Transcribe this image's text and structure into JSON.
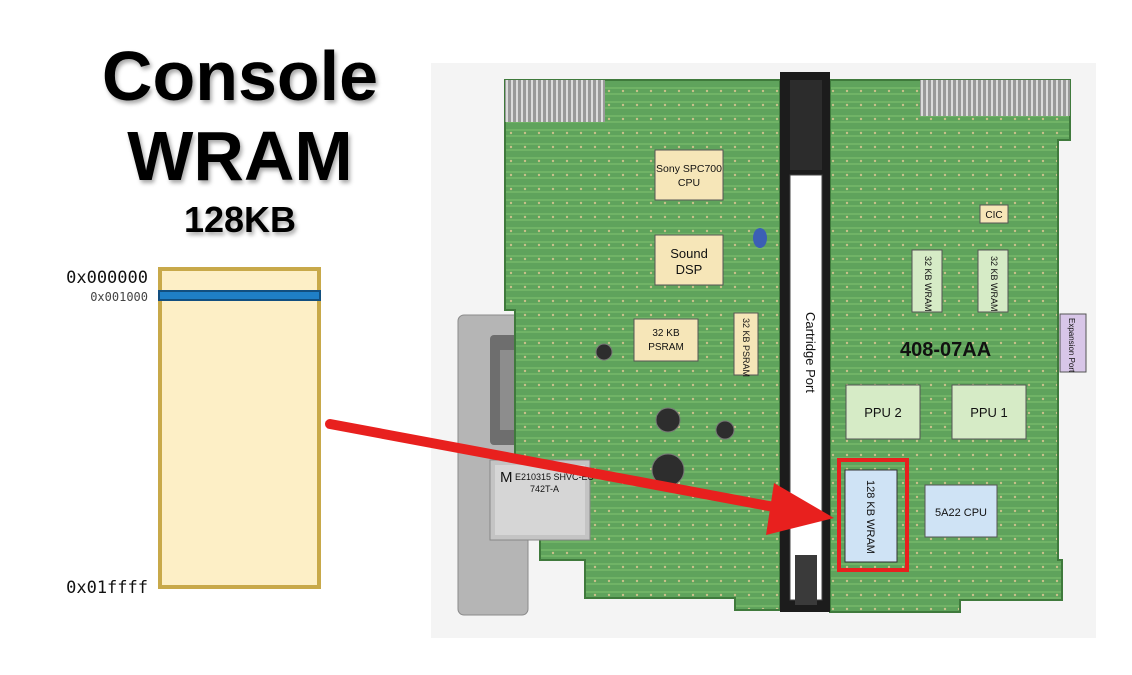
{
  "title": {
    "line1": "Console",
    "line2": "WRAM",
    "size": "128KB"
  },
  "memory_map": {
    "start": "0x000000",
    "marker": "0x001000",
    "end": "0x01ffff"
  },
  "board": {
    "spc700_line1": "Sony SPC700",
    "spc700_line2": "CPU",
    "dsp_line1": "Sound",
    "dsp_line2": "DSP",
    "psram_a_line1": "32 KB",
    "psram_a_line2": "PSRAM",
    "psram_b": "32 KB PSRAM",
    "cart_port": "Cartridge Port",
    "cic": "CIC",
    "wram_a": "32 KB WRAM",
    "wram_b": "32 KB WRAM",
    "expansion": "Expansion Port",
    "ppu2": "PPU 2",
    "ppu1": "PPU 1",
    "wram_main": "128 KB WRAM",
    "cpu": "5A22 CPU",
    "board_code": "408-07AA",
    "module_line1": "E210315 SHVC-EU",
    "module_line2": "742T-A",
    "module_mark": "M"
  },
  "colors": {
    "memory_fill": "#fdefc6",
    "memory_border": "#c8a94a",
    "marker": "#1f7fc6",
    "arrow": "#e8201e",
    "highlight": "#e8201e",
    "pcb_green": "#5fa35c",
    "chip_label_bg": "#f6e6b8",
    "cpu_label_bg": "#cfe3f5"
  }
}
